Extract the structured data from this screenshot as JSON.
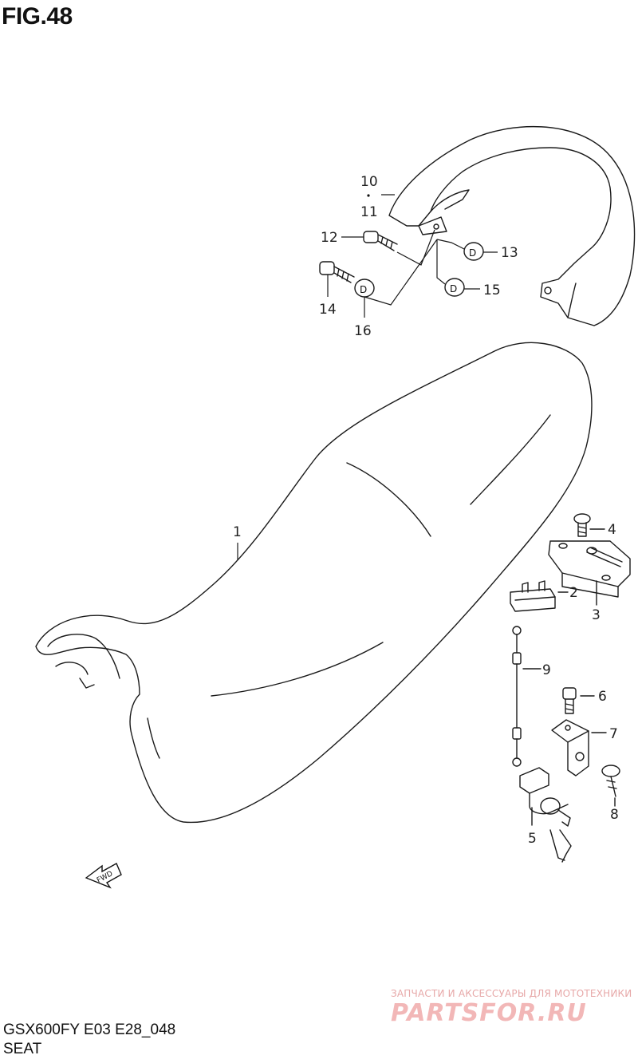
{
  "figure": {
    "title": "FIG.48",
    "model_code": "GSX600FY E03 E28_048",
    "section": "SEAT"
  },
  "callouts": [
    {
      "id": "c1",
      "text": "1"
    },
    {
      "id": "c2",
      "text": "2"
    },
    {
      "id": "c3",
      "text": "3"
    },
    {
      "id": "c4",
      "text": "4"
    },
    {
      "id": "c5",
      "text": "5"
    },
    {
      "id": "c6",
      "text": "6"
    },
    {
      "id": "c7",
      "text": "7"
    },
    {
      "id": "c8",
      "text": "8"
    },
    {
      "id": "c9",
      "text": "9"
    },
    {
      "id": "c10",
      "text": "10"
    },
    {
      "id": "c11",
      "text": "11"
    },
    {
      "id": "c12",
      "text": "12"
    },
    {
      "id": "c13",
      "text": "13"
    },
    {
      "id": "c14",
      "text": "14"
    },
    {
      "id": "c15",
      "text": "15"
    },
    {
      "id": "c16",
      "text": "16"
    }
  ],
  "fwd_label": "FWD",
  "watermark": {
    "tagline": "ЗАПЧАСТИ И АКСЕССУАРЫ ДЛЯ МОТОТЕХНИКИ",
    "brand": "PARTSFOR.RU"
  }
}
